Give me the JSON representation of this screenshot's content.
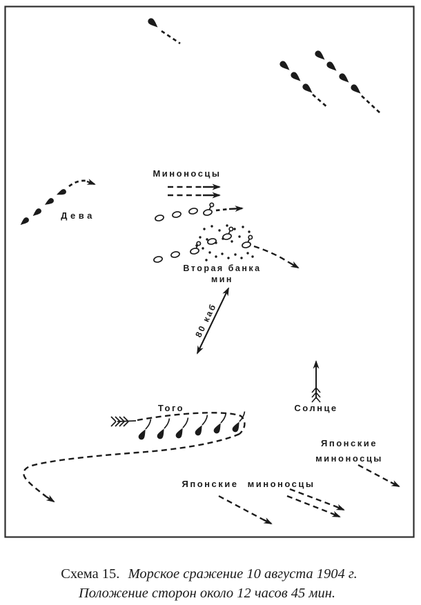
{
  "page": {
    "background_color": "#ffffff",
    "ink_color": "#1b1b1b",
    "frame_border_color": "#2e2e2e"
  },
  "map": {
    "labels": {
      "deva": "Дева",
      "destroyers": "Миноносцы",
      "mine_bank_line1": "Вторая банка",
      "mine_bank_line2": "мин",
      "distance": "80 каб",
      "togo": "Того",
      "sun": "Солнце",
      "japanese_right_line1": "Японские",
      "japanese_right_line2": "миноносцы",
      "japanese_bottom": "Японские миноносцы"
    }
  },
  "caption": {
    "prefix": "Схема 15.",
    "title": "Морское сражение 10 августа 1904 г.",
    "subtitle": "Положение сторон около 12 часов 45 мин."
  }
}
